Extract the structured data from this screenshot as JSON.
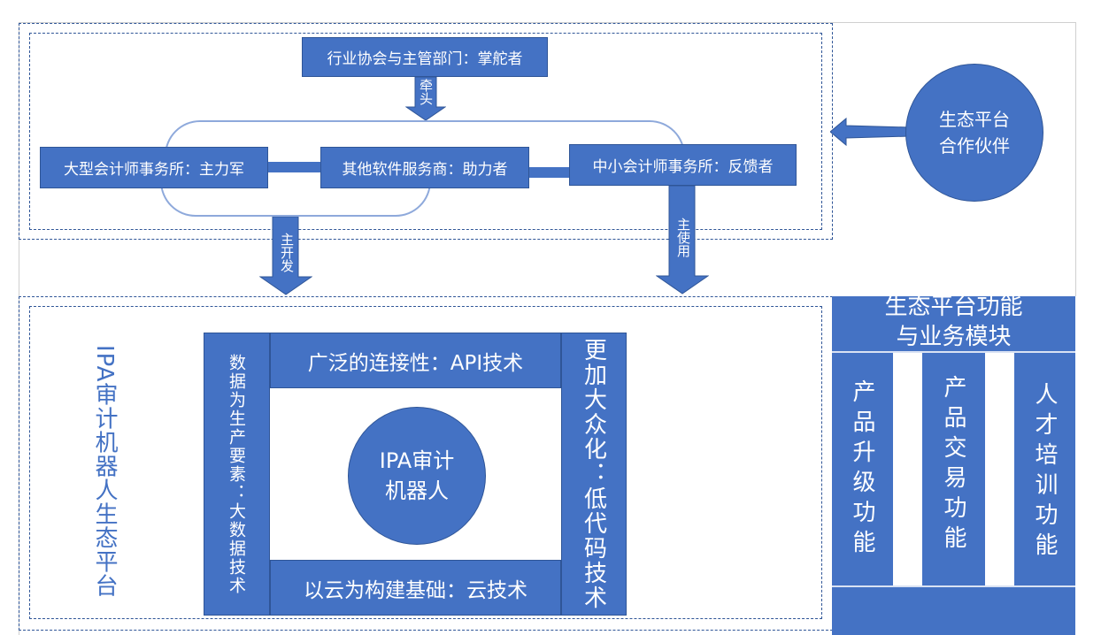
{
  "top_section": {
    "leader_box": "行业协会与主管部门：掌舵者",
    "lead_arrow": "牵头",
    "large_firms_box": "大型会计师事务所：主力军",
    "software_box": "其他软件服务商：助力者",
    "small_firms_box": "中小会计师事务所：反馈者",
    "dev_arrow": "主开发",
    "use_arrow": "主使用"
  },
  "partner_circle": {
    "line1": "生态平台",
    "line2": "合作伙伴"
  },
  "ecosystem": {
    "side_title": "IPA审计机器人生态平台",
    "top_bar": "广泛的连接性：API技术",
    "bottom_bar": "以云为构建基础：云技术",
    "left_bar": "数据为生产要素：大数据技术",
    "right_bar": "更加大众化：低代码技术",
    "center_line1": "IPA审计",
    "center_line2": "机器人"
  },
  "modules": {
    "title_line1": "生态平台功能",
    "title_line2": "与业务模块",
    "items": [
      "产品升级功能",
      "产品交易功能",
      "人才培训功能"
    ]
  },
  "colors": {
    "primary": "#4472c4",
    "border": "#2f5597",
    "outline": "#8ea9db"
  }
}
